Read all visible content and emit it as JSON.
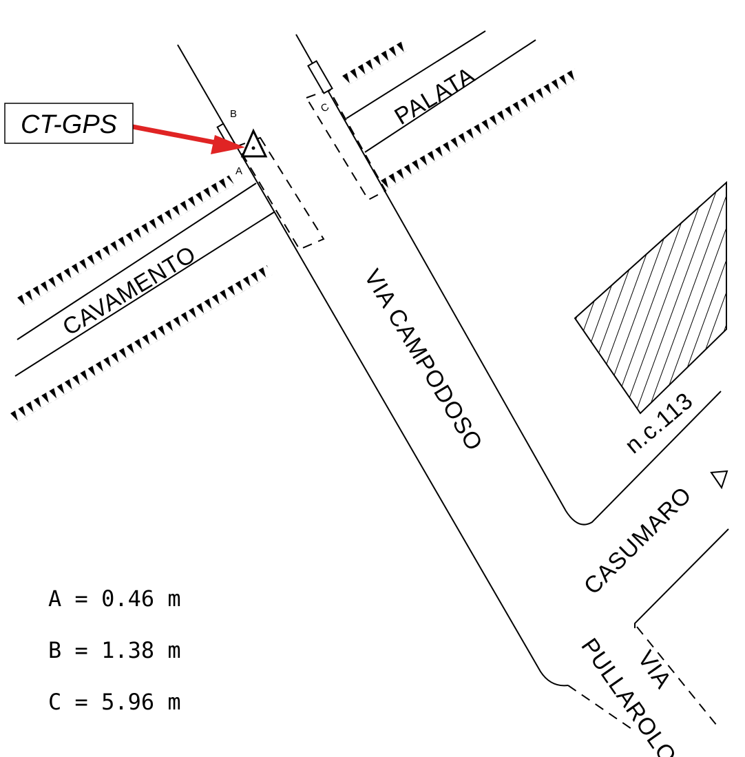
{
  "callout": {
    "label": "CT-GPS"
  },
  "streets": {
    "cavamento": "CAVAMENTO",
    "palata": "PALATA",
    "via_campodoso": "VIA CAMPODOSO",
    "casumaro": "CASUMARO",
    "via": "VIA",
    "pullarolo": "PULLAROLO",
    "house_number": "n.c.113"
  },
  "markers": {
    "a": "A",
    "b": "B",
    "c": "C"
  },
  "legend": [
    {
      "text": "A = 0.46 m"
    },
    {
      "text": "B = 1.38 m"
    },
    {
      "text": "C = 5.96 m"
    }
  ],
  "colors": {
    "arrow": "#e02424",
    "lines": "#000000",
    "background": "#ffffff"
  }
}
